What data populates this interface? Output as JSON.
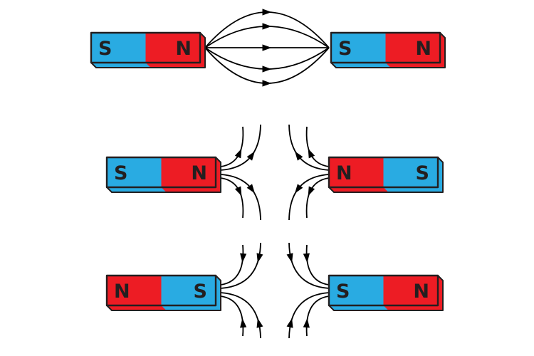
{
  "diagram": {
    "background": "#ffffff",
    "colors": {
      "red": "#ED1C24",
      "blue": "#29ABE2",
      "outline": "#231F20",
      "field_line": "#000000",
      "label": "#231F20"
    },
    "rows": [
      {
        "name": "unlike-poles-attract",
        "field_pattern": "connect",
        "line_count": 5,
        "flow": "left-to-right",
        "left_magnet": {
          "halves": [
            {
              "label": "S",
              "color": "blue"
            },
            {
              "label": "N",
              "color": "red"
            }
          ]
        },
        "right_magnet": {
          "halves": [
            {
              "label": "S",
              "color": "blue"
            },
            {
              "label": "N",
              "color": "red"
            }
          ]
        }
      },
      {
        "name": "like-poles-repel-north-north",
        "field_pattern": "repel",
        "line_count": 8,
        "flow": "outward",
        "left_magnet": {
          "halves": [
            {
              "label": "S",
              "color": "blue"
            },
            {
              "label": "N",
              "color": "red"
            }
          ]
        },
        "right_magnet": {
          "halves": [
            {
              "label": "N",
              "color": "red"
            },
            {
              "label": "S",
              "color": "blue"
            }
          ]
        }
      },
      {
        "name": "like-poles-repel-south-south",
        "field_pattern": "repel",
        "line_count": 8,
        "flow": "inward",
        "left_magnet": {
          "halves": [
            {
              "label": "N",
              "color": "red"
            },
            {
              "label": "S",
              "color": "blue"
            }
          ]
        },
        "right_magnet": {
          "halves": [
            {
              "label": "S",
              "color": "blue"
            },
            {
              "label": "N",
              "color": "red"
            }
          ]
        }
      }
    ]
  }
}
